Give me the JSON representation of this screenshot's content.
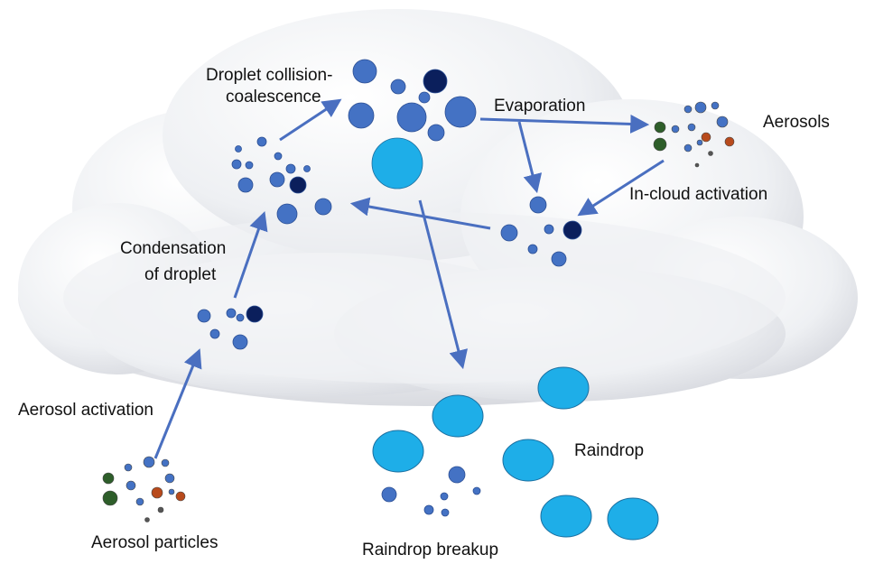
{
  "labels": {
    "collision_line1": "Droplet collision-",
    "collision_line2": "coalescence",
    "evaporation": "Evaporation",
    "aerosols": "Aerosols",
    "in_cloud_activation": "In-cloud activation",
    "condensation_line1": "Condensation",
    "condensation_line2": "of droplet",
    "aerosol_activation": "Aerosol activation",
    "aerosol_particles": "Aerosol particles",
    "raindrop": "Raindrop",
    "raindrop_breakup": "Raindrop breakup"
  },
  "colors": {
    "droplet": "#4472c4",
    "droplet_dark": "#0b1f5c",
    "raindrop": "#1eaee8",
    "arrow": "#4a6fc0",
    "aerosol_green": "#2e5e2a",
    "aerosol_orange": "#b84a1c",
    "aerosol_grey": "#555555",
    "cloud": "#eceef2"
  }
}
